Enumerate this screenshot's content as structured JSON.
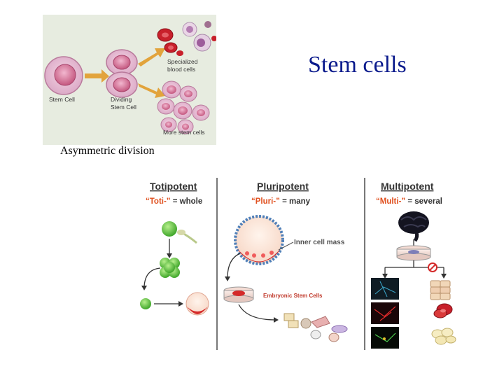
{
  "slide": {
    "title": "Stem cells",
    "caption": "Asymmetric division"
  },
  "asymmetric_figure": {
    "labels": {
      "stem_cell": "Stem Cell",
      "dividing_1": "Dividing",
      "dividing_2": "Stem Cell",
      "specialized_1": "Specialized",
      "specialized_2": "blood cells",
      "more": "More stem cells"
    }
  },
  "potency_figure": {
    "columns": [
      {
        "heading": "Totipotent",
        "prefix": "“Toti-”",
        "meaning": " = whole"
      },
      {
        "heading": "Pluripotent",
        "prefix": "“Pluri-”",
        "meaning": " = many"
      },
      {
        "heading": "Multipotent",
        "prefix": "“Multi-”",
        "meaning": " = several"
      }
    ],
    "labels": {
      "inner_cell_mass": "Inner cell mass",
      "embryonic_stem_cells": "Embryonic Stem Cells"
    }
  },
  "colors": {
    "title": "#0a1a8c",
    "prefix": "#e0501f",
    "heading": "#333333",
    "arrow": "#e2a33b"
  }
}
